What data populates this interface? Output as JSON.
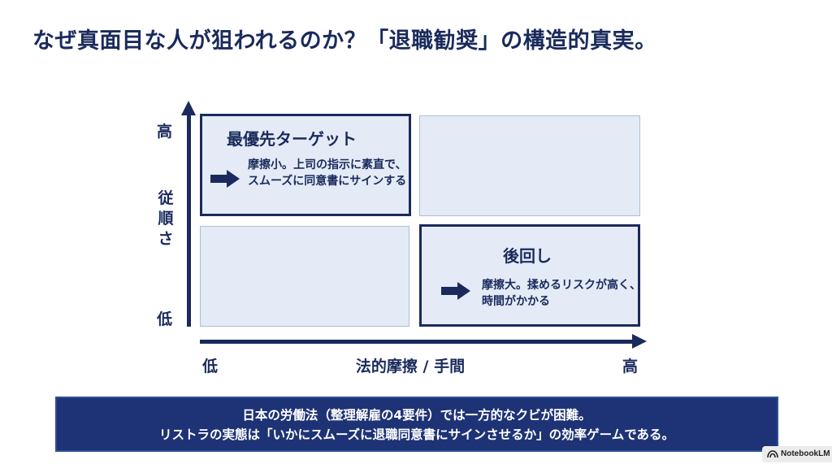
{
  "title": "なぜ真面目な人が狙われるのか？「退職勧奨」の構造的真実。",
  "axes": {
    "y_high": "高",
    "y_label": "従順さ",
    "y_low": "低",
    "x_low": "低",
    "x_label": "法的摩擦 / 手間",
    "x_high": "高"
  },
  "quadrants": {
    "top_left": {
      "title": "最優先ターゲット",
      "desc": "摩擦小。上司の指示に素直で、スムーズに同意書にサインする",
      "icon": "arrow-right-icon"
    },
    "bottom_right": {
      "title": "後回し",
      "desc": "摩擦大。揉めるリスクが高く、時間がかかる",
      "icon": "arrow-right-icon"
    }
  },
  "footer": {
    "line1": "日本の労働法（整理解雇の4要件）では一方的なクビが困難。",
    "line2": "リストラの実態は「いかにスムーズに退職同意書にサインさせるか」の効率ゲームである。"
  },
  "badge": {
    "label": "NotebookLM",
    "icon": "notebooklm-logo-icon"
  },
  "colors": {
    "navy": "#1a2a5c",
    "quad_fill": "#e4ebf6",
    "quad_border": "#a9bfdc",
    "footer_bg": "#1e3375"
  }
}
